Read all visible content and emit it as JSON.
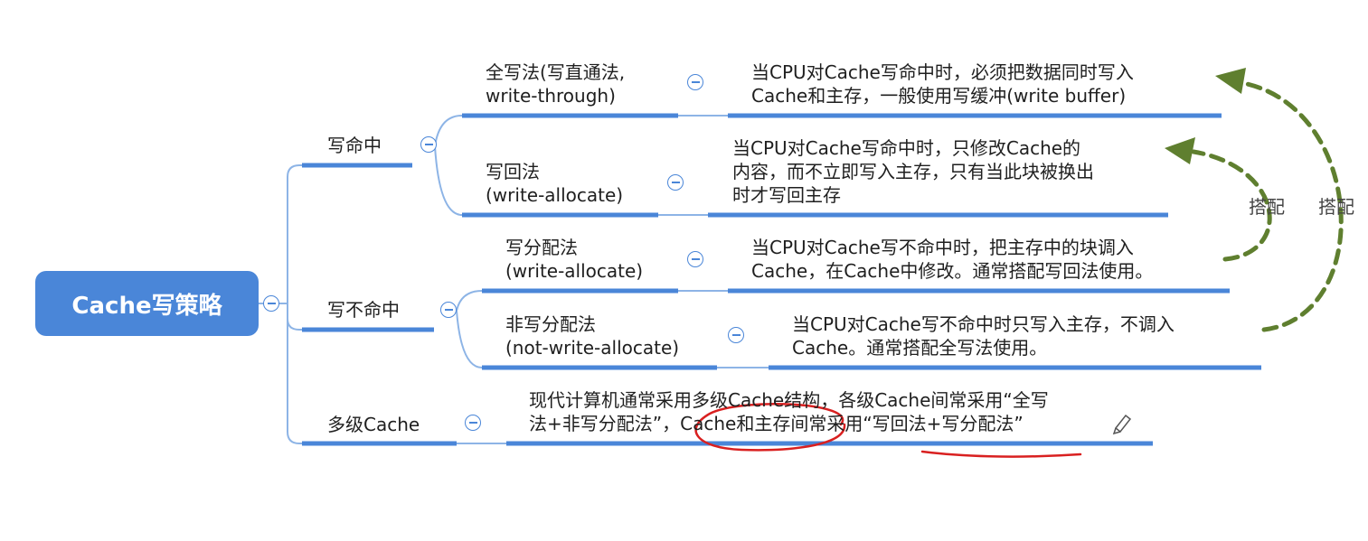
{
  "root": {
    "label": "Cache写策略"
  },
  "branches": {
    "write_hit": {
      "label": "写命中",
      "children": [
        {
          "label_lines": [
            "全写法(写直通法,",
            "write-through)"
          ],
          "desc_lines": [
            "当CPU对Cache写命中时，必须把数据同时写入",
            "Cache和主存，一般使用写缓冲(write buffer)"
          ]
        },
        {
          "label_lines": [
            "写回法",
            "(write-allocate)"
          ],
          "desc_lines": [
            "当CPU对Cache写命中时，只修改Cache的",
            "内容，而不立即写入主存，只有当此块被换出",
            "时才写回主存"
          ]
        }
      ]
    },
    "write_miss": {
      "label": "写不命中",
      "children": [
        {
          "label_lines": [
            "写分配法",
            "(write-allocate)"
          ],
          "desc_lines": [
            "当CPU对Cache写不命中时，把主存中的块调入",
            "Cache，在Cache中修改。通常搭配写回法使用。"
          ]
        },
        {
          "label_lines": [
            "非写分配法",
            "(not-write-allocate)"
          ],
          "desc_lines": [
            "当CPU对Cache写不命中时只写入主存，不调入",
            "Cache。通常搭配全写法使用。"
          ]
        }
      ]
    },
    "multilevel": {
      "label": "多级Cache",
      "desc_lines": [
        "现代计算机通常采用多级Cache结构，各级Cache间常采用“全写",
        "法+非写分配法”，Cache和主存间常采用“写回法+写分配法”"
      ]
    }
  },
  "relations": [
    {
      "label": "搭配"
    },
    {
      "label": "搭配"
    }
  ],
  "colors": {
    "node_blue": "#4a86d8",
    "underline_blue": "#4a86d8",
    "connector_blue": "#8db4e6",
    "dashed_arrow_green": "#5f7f2f",
    "annotation_red": "#d92020"
  },
  "icons": [
    "collapse-icon",
    "pencil-icon"
  ]
}
